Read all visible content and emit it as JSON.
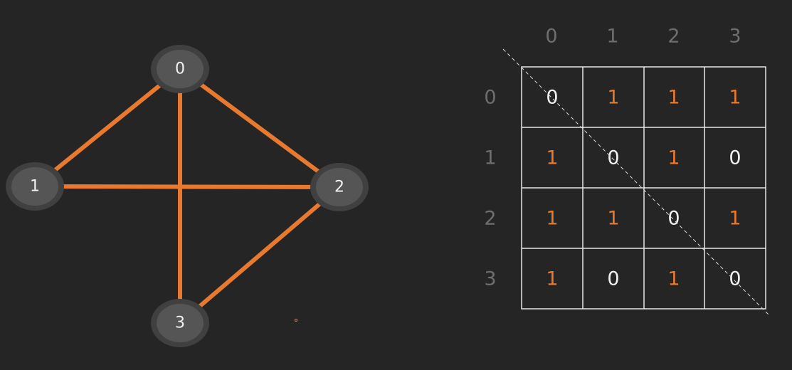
{
  "graph": {
    "nodes": [
      {
        "id": "0",
        "label": "0"
      },
      {
        "id": "1",
        "label": "1"
      },
      {
        "id": "2",
        "label": "2"
      },
      {
        "id": "3",
        "label": "3"
      }
    ],
    "edges": [
      [
        "0",
        "1"
      ],
      [
        "0",
        "2"
      ],
      [
        "0",
        "3"
      ],
      [
        "1",
        "2"
      ],
      [
        "2",
        "3"
      ]
    ],
    "edge_color": "#e8792e",
    "node_fill": "#555555",
    "node_halo": "#404040"
  },
  "matrix": {
    "col_headers": [
      "0",
      "1",
      "2",
      "3"
    ],
    "row_headers": [
      "0",
      "1",
      "2",
      "3"
    ],
    "rows": [
      [
        "0",
        "1",
        "1",
        "1"
      ],
      [
        "1",
        "0",
        "1",
        "0"
      ],
      [
        "1",
        "1",
        "0",
        "1"
      ],
      [
        "1",
        "0",
        "1",
        "0"
      ]
    ],
    "one_color": "#e8792e",
    "zero_color": "#f2f2f2",
    "grid_color": "#e6e6e6",
    "header_color": "#6e6e6e"
  }
}
